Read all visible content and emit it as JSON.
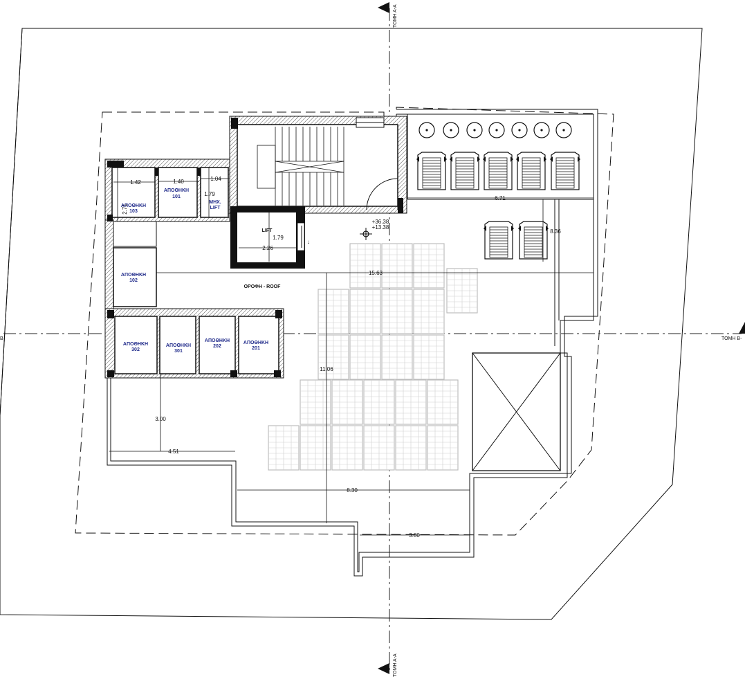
{
  "rooms": {
    "r103": "ΑΠΟΘΗΚΗ",
    "r103_no": "103",
    "r101": "ΑΠΟΘΗΚΗ",
    "r101_no": "101",
    "mech1": "ΜΗΧ.",
    "mech2": "LIFT",
    "r102": "ΑΠΟΘΗΚΗ",
    "r102_no": "102",
    "r302": "ΑΠΟΘΗΚΗ",
    "r302_no": "302",
    "r301": "ΑΠΟΘΗΚΗ",
    "r301_no": "301",
    "r202": "ΑΠΟΘΗΚΗ",
    "r202_no": "202",
    "r201": "ΑΠΟΘΗΚΗ",
    "r201_no": "201",
    "lift": "LIFT",
    "roof": "ΟΡΟΦΗ - ROOF"
  },
  "levels": {
    "upper": "+36.38",
    "lower": "+13.38"
  },
  "dimensions": {
    "d142": "1.42",
    "d140": "1.40",
    "d104": "1.04",
    "d179a": "1.79",
    "d271": "2.71",
    "d179b": "1.79",
    "d226": "2.26",
    "d671": "6.71",
    "d836": "8.36",
    "d1563": "15.63",
    "d1106": "11.06",
    "d300": "3.00",
    "d451": "4.51",
    "d830": "8.30",
    "d380": "3.80"
  },
  "sections": {
    "top": "ΤΟΜΗ Α-Α",
    "bottom": "ΤΟΜΗ Α-Α",
    "right": "ΤΟΜΗ Β-",
    "left": "Β"
  },
  "icons": {
    "section_marker": "triangle-marker-icon",
    "level_marker": "crosshair-level-icon",
    "water_heater": "circle-tank-icon",
    "solar_collector": "solar-collector-icon",
    "solar_panel": "pv-panel-icon"
  }
}
